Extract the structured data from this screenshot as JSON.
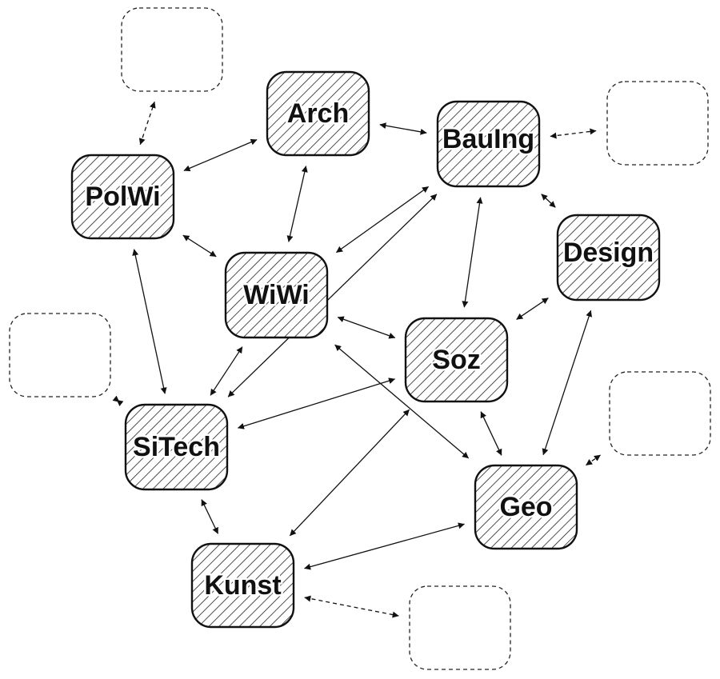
{
  "nodes": [
    {
      "id": "arch",
      "label": "Arch"
    },
    {
      "id": "bauing",
      "label": "BauIng"
    },
    {
      "id": "polwi",
      "label": "PolWi"
    },
    {
      "id": "wiwi",
      "label": "WiWi"
    },
    {
      "id": "design",
      "label": "Design"
    },
    {
      "id": "soz",
      "label": "Soz"
    },
    {
      "id": "sitech",
      "label": "SiTech"
    },
    {
      "id": "geo",
      "label": "Geo"
    },
    {
      "id": "kunst",
      "label": "Kunst"
    }
  ],
  "placeholder_nodes": [
    "ghost-top-left",
    "ghost-right-top",
    "ghost-left",
    "ghost-right-bottom",
    "ghost-bottom"
  ],
  "edges": [
    {
      "from": "polwi",
      "to": "arch",
      "style": "solid",
      "arrows": "both"
    },
    {
      "from": "arch",
      "to": "bauing",
      "style": "solid",
      "arrows": "both"
    },
    {
      "from": "polwi",
      "to": "wiwi",
      "style": "solid",
      "arrows": "both"
    },
    {
      "from": "arch",
      "to": "wiwi",
      "style": "solid",
      "arrows": "both"
    },
    {
      "from": "wiwi",
      "to": "bauing",
      "style": "solid",
      "arrows": "both"
    },
    {
      "from": "bauing",
      "to": "soz",
      "style": "solid",
      "arrows": "both"
    },
    {
      "from": "bauing",
      "to": "design",
      "style": "solid",
      "arrows": "both"
    },
    {
      "from": "bauing",
      "to": "sitech",
      "style": "solid",
      "arrows": "both"
    },
    {
      "from": "design",
      "to": "soz",
      "style": "solid",
      "arrows": "both"
    },
    {
      "from": "design",
      "to": "geo",
      "style": "solid",
      "arrows": "both"
    },
    {
      "from": "polwi",
      "to": "sitech",
      "style": "solid",
      "arrows": "both"
    },
    {
      "from": "wiwi",
      "to": "sitech",
      "style": "solid",
      "arrows": "both"
    },
    {
      "from": "wiwi",
      "to": "soz",
      "style": "solid",
      "arrows": "both"
    },
    {
      "from": "wiwi",
      "to": "geo",
      "style": "solid",
      "arrows": "both"
    },
    {
      "from": "sitech",
      "to": "soz",
      "style": "solid",
      "arrows": "both"
    },
    {
      "from": "soz",
      "to": "geo",
      "style": "solid",
      "arrows": "both"
    },
    {
      "from": "soz",
      "to": "kunst",
      "style": "solid",
      "arrows": "both"
    },
    {
      "from": "sitech",
      "to": "kunst",
      "style": "solid",
      "arrows": "both"
    },
    {
      "from": "kunst",
      "to": "geo",
      "style": "solid",
      "arrows": "both"
    },
    {
      "from": "polwi",
      "to": "ghost-top-left",
      "style": "dashed",
      "arrows": "both"
    },
    {
      "from": "bauing",
      "to": "ghost-right-top",
      "style": "dashed",
      "arrows": "both"
    },
    {
      "from": "sitech",
      "to": "ghost-left",
      "style": "dashed",
      "arrows": "both"
    },
    {
      "from": "geo",
      "to": "ghost-right-bottom",
      "style": "dashed",
      "arrows": "both"
    },
    {
      "from": "kunst",
      "to": "ghost-bottom",
      "style": "dashed",
      "arrows": "both"
    }
  ]
}
